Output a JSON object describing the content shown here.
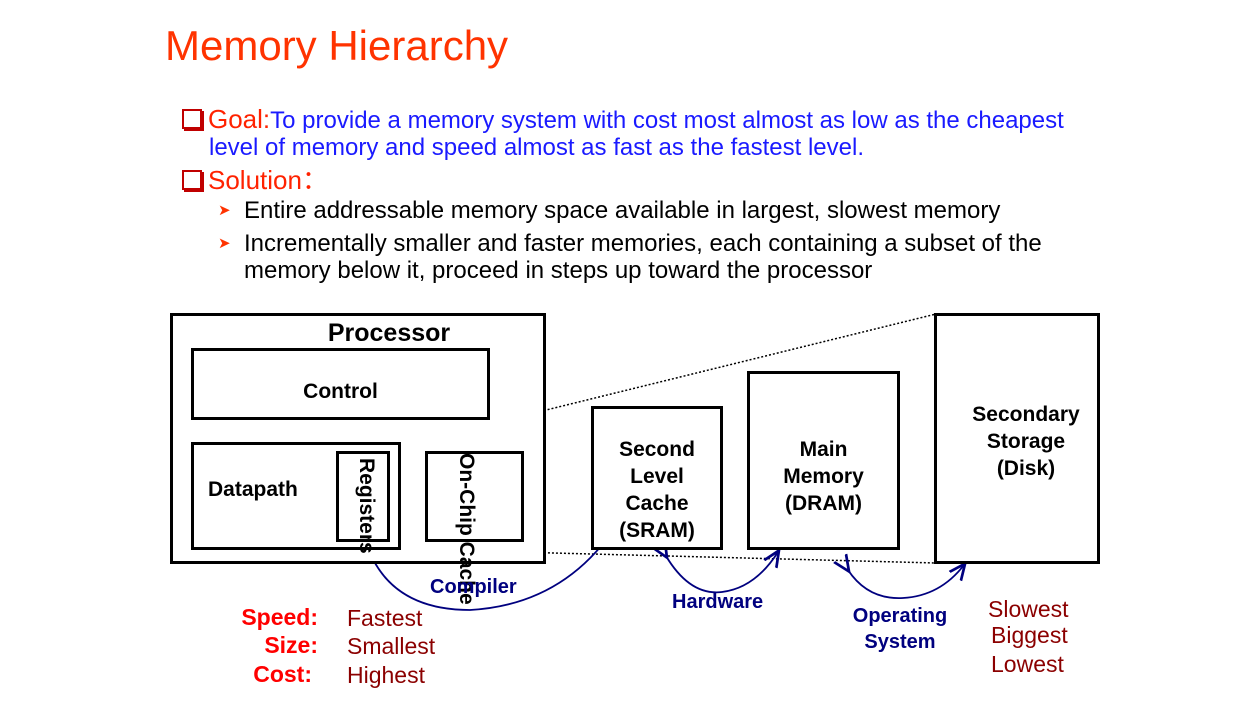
{
  "title": "Memory Hierarchy",
  "goal": {
    "label": "Goal:",
    "text_line1": "To provide a memory system with cost most almost as low as the cheapest",
    "text_line2": "level of memory and speed almost as fast as the fastest level."
  },
  "solution": {
    "label": "Solution：",
    "bullets": [
      {
        "line1": "Entire addressable memory space available in largest, slowest memory",
        "line2": ""
      },
      {
        "line1": "Incrementally smaller and faster memories, each containing a subset of the",
        "line2": "memory below it, proceed in steps up toward the processor"
      }
    ]
  },
  "diagram": {
    "processor": "Processor",
    "control": "Control",
    "datapath": "Datapath",
    "registers": "Registers",
    "onchip_cache": [
      "On-Chip",
      "Cache"
    ],
    "second_level": [
      "Second",
      "Level",
      "Cache",
      "(SRAM)"
    ],
    "main_memory": [
      "Main",
      "Memory",
      "(DRAM)"
    ],
    "secondary_storage": [
      "Secondary",
      "Storage",
      "(Disk)"
    ],
    "managers": {
      "compiler": "Compiler",
      "hardware": "Hardware",
      "os": [
        "Operating",
        "System"
      ]
    }
  },
  "metrics": {
    "labels": [
      "Speed:",
      "Size:",
      "Cost:"
    ],
    "left_values": [
      "Fastest",
      "Smallest",
      "Highest"
    ],
    "right_values": [
      "Slowest",
      "Biggest",
      "Lowest"
    ]
  },
  "colors": {
    "title": "#ff3300",
    "goal_text": "#1a1aff",
    "manager_text": "#00007f",
    "metric_label": "#ff0000",
    "metric_value": "#8b0000"
  }
}
